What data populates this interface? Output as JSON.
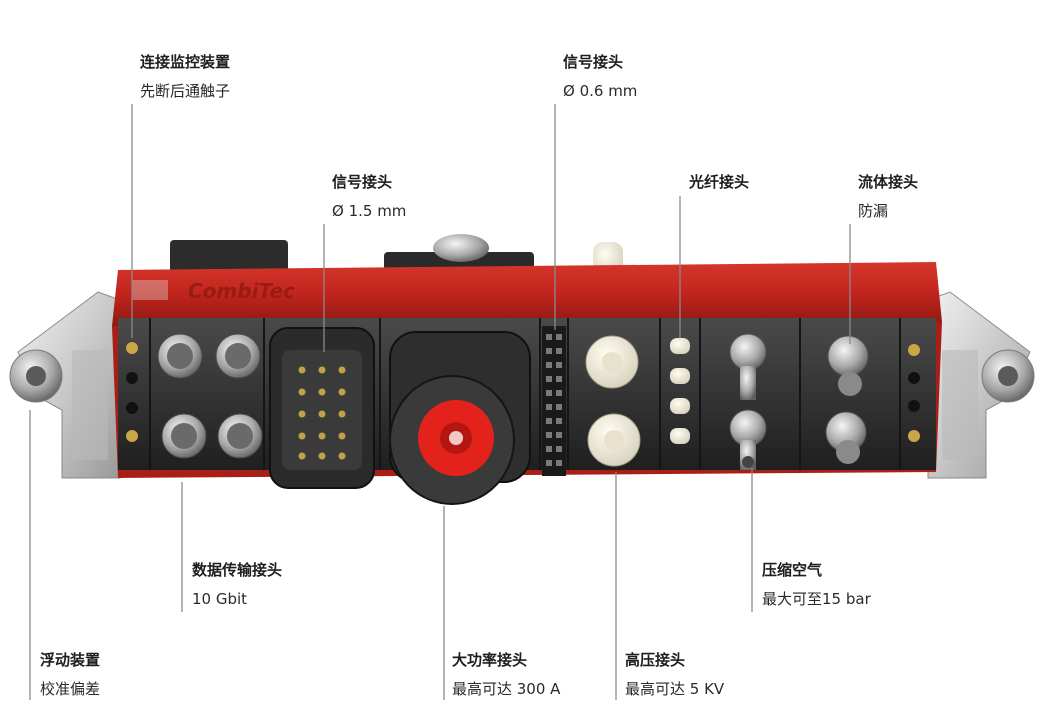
{
  "colors": {
    "housing_red": "#c0251d",
    "leader_line": "#8a8a8a",
    "text": "#1e1e1e"
  },
  "housing_text": "CombiTec",
  "callouts": {
    "connection_monitor": {
      "title": "连接监控装置",
      "sub": "先断后通触子"
    },
    "signal_06": {
      "title": "信号接头",
      "sub": "Ø 0.6 mm"
    },
    "signal_15": {
      "title": "信号接头",
      "sub": "Ø 1.5 mm"
    },
    "fiber": {
      "title": "光纤接头",
      "sub": ""
    },
    "fluid": {
      "title": "流体接头",
      "sub": "防漏"
    },
    "data": {
      "title": "数据传输接头",
      "sub": "10 Gbit"
    },
    "air": {
      "title": "压缩空气",
      "sub": "最大可至15 bar"
    },
    "floating": {
      "title": "浮动装置",
      "sub": "校准偏差"
    },
    "high_power": {
      "title": "大功率接头",
      "sub": "最高可达 300 A"
    },
    "high_voltage": {
      "title": "高压接头",
      "sub": "最高可达 5 KV"
    }
  }
}
